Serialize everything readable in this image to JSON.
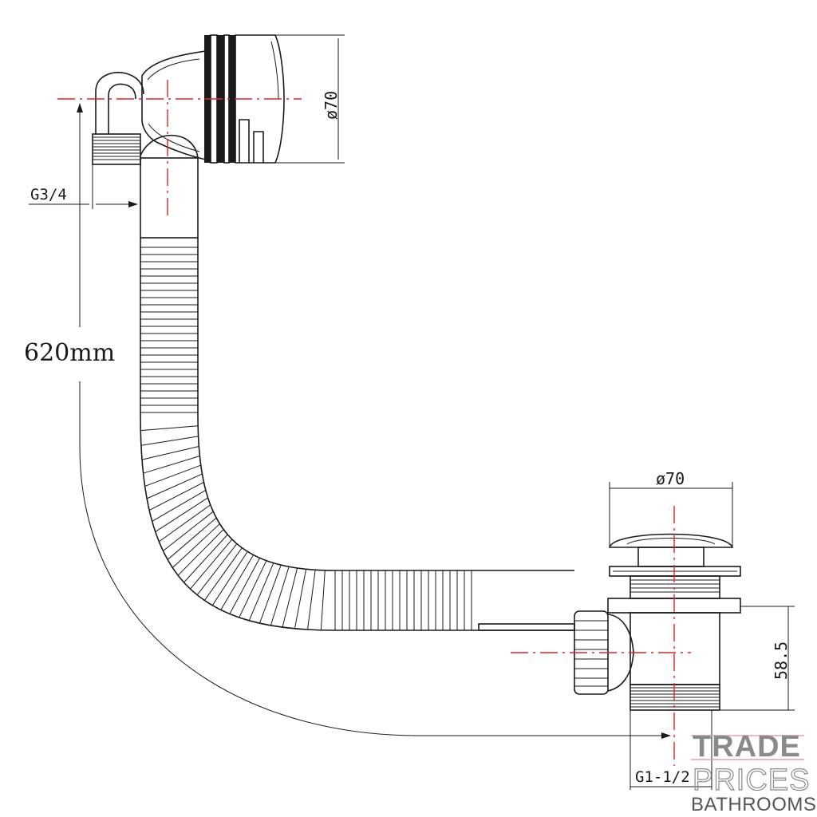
{
  "dimensions": {
    "overflow_diameter": "ø70",
    "overflow_thread": "G3/4",
    "hose_length": "620mm",
    "waste_diameter": "ø70",
    "waste_height": "58.5",
    "waste_thread": "G1-1/2"
  },
  "logo": {
    "line1": "TRADE",
    "line2": "PRICES",
    "line3": "BATHROOMS"
  },
  "colors": {
    "outline": "#1a1a1a",
    "centerline": "#e0242b",
    "logo_grey": "#8a8a8a"
  }
}
